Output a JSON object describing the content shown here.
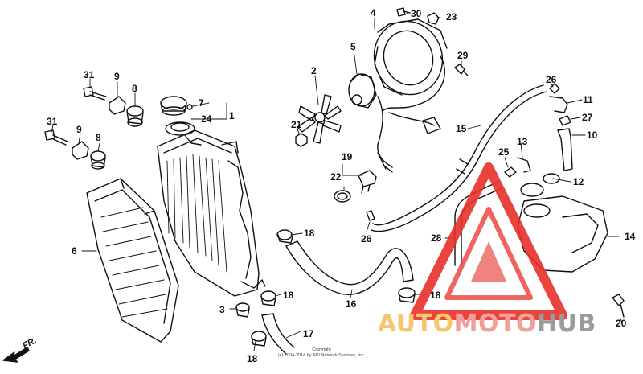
{
  "callouts": [
    {
      "id": "c4",
      "text": "4"
    },
    {
      "id": "c30",
      "text": "30"
    },
    {
      "id": "c23",
      "text": "23"
    },
    {
      "id": "c5",
      "text": "5"
    },
    {
      "id": "c29",
      "text": "29"
    },
    {
      "id": "c2",
      "text": "2"
    },
    {
      "id": "c26a",
      "text": "26"
    },
    {
      "id": "c11",
      "text": "11"
    },
    {
      "id": "c27",
      "text": "27"
    },
    {
      "id": "c10",
      "text": "10"
    },
    {
      "id": "c15",
      "text": "15"
    },
    {
      "id": "c13",
      "text": "13"
    },
    {
      "id": "c25",
      "text": "25"
    },
    {
      "id": "c12",
      "text": "12"
    },
    {
      "id": "c21",
      "text": "21"
    },
    {
      "id": "c19",
      "text": "19"
    },
    {
      "id": "c22",
      "text": "22"
    },
    {
      "id": "c26b",
      "text": "26"
    },
    {
      "id": "c28",
      "text": "28"
    },
    {
      "id": "c14",
      "text": "14"
    },
    {
      "id": "c31a",
      "text": "31"
    },
    {
      "id": "c9a",
      "text": "9"
    },
    {
      "id": "c8a",
      "text": "8"
    },
    {
      "id": "c7",
      "text": "7"
    },
    {
      "id": "c1",
      "text": "1"
    },
    {
      "id": "c24",
      "text": "24"
    },
    {
      "id": "c31b",
      "text": "31"
    },
    {
      "id": "c9b",
      "text": "9"
    },
    {
      "id": "c8b",
      "text": "8"
    },
    {
      "id": "c6",
      "text": "6"
    },
    {
      "id": "c18a",
      "text": "18"
    },
    {
      "id": "c18b",
      "text": "18"
    },
    {
      "id": "c18c",
      "text": "18"
    },
    {
      "id": "c18d",
      "text": "18"
    },
    {
      "id": "c3",
      "text": "3"
    },
    {
      "id": "c16",
      "text": "16"
    },
    {
      "id": "c17",
      "text": "17"
    },
    {
      "id": "c20",
      "text": "20"
    }
  ],
  "direction_label": "FR.",
  "copyright": {
    "line1": "Copyright",
    "line2": "(c) 2004-2014 by ARI Network Services, Inc."
  },
  "watermark": {
    "part1": "AUTO",
    "part2": "MOTO",
    "part3": "HUB",
    "colors": {
      "part1": "#f6c66c",
      "part2": "#f0a09a",
      "part3": "#9b9b9b",
      "triangle": "#e8302a"
    }
  },
  "icons": [
    "arrow-fr-icon",
    "warning-triangle-logo-icon"
  ]
}
